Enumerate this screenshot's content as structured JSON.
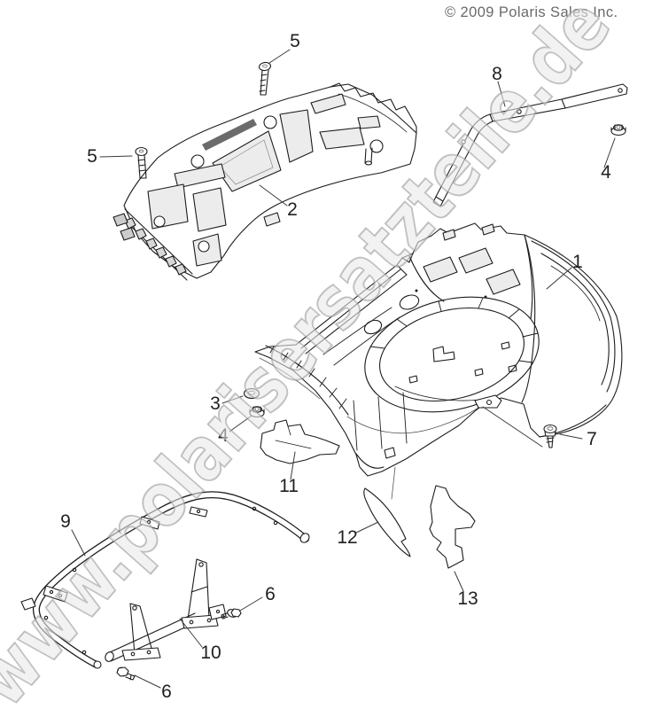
{
  "header": {
    "copyright": "© 2009 Polaris Sales Inc."
  },
  "watermark": {
    "text": "www.polarisersatzteile.de"
  },
  "diagram": {
    "description_domain": "exploded parts diagram",
    "callouts": [
      {
        "ref": "1"
      },
      {
        "ref": "2"
      },
      {
        "ref": "3"
      },
      {
        "ref": "4"
      },
      {
        "ref": "4"
      },
      {
        "ref": "5"
      },
      {
        "ref": "5"
      },
      {
        "ref": "6"
      },
      {
        "ref": "6"
      },
      {
        "ref": "7"
      },
      {
        "ref": "8"
      },
      {
        "ref": "9"
      },
      {
        "ref": "10"
      },
      {
        "ref": "11"
      },
      {
        "ref": "12"
      },
      {
        "ref": "13"
      }
    ]
  },
  "colors": {
    "background": "#ffffff",
    "line_art": "#1c1c1c",
    "callout_text": "#1f1f1f",
    "copyright_text": "#6a6a6a",
    "watermark_gray": "#949494"
  }
}
